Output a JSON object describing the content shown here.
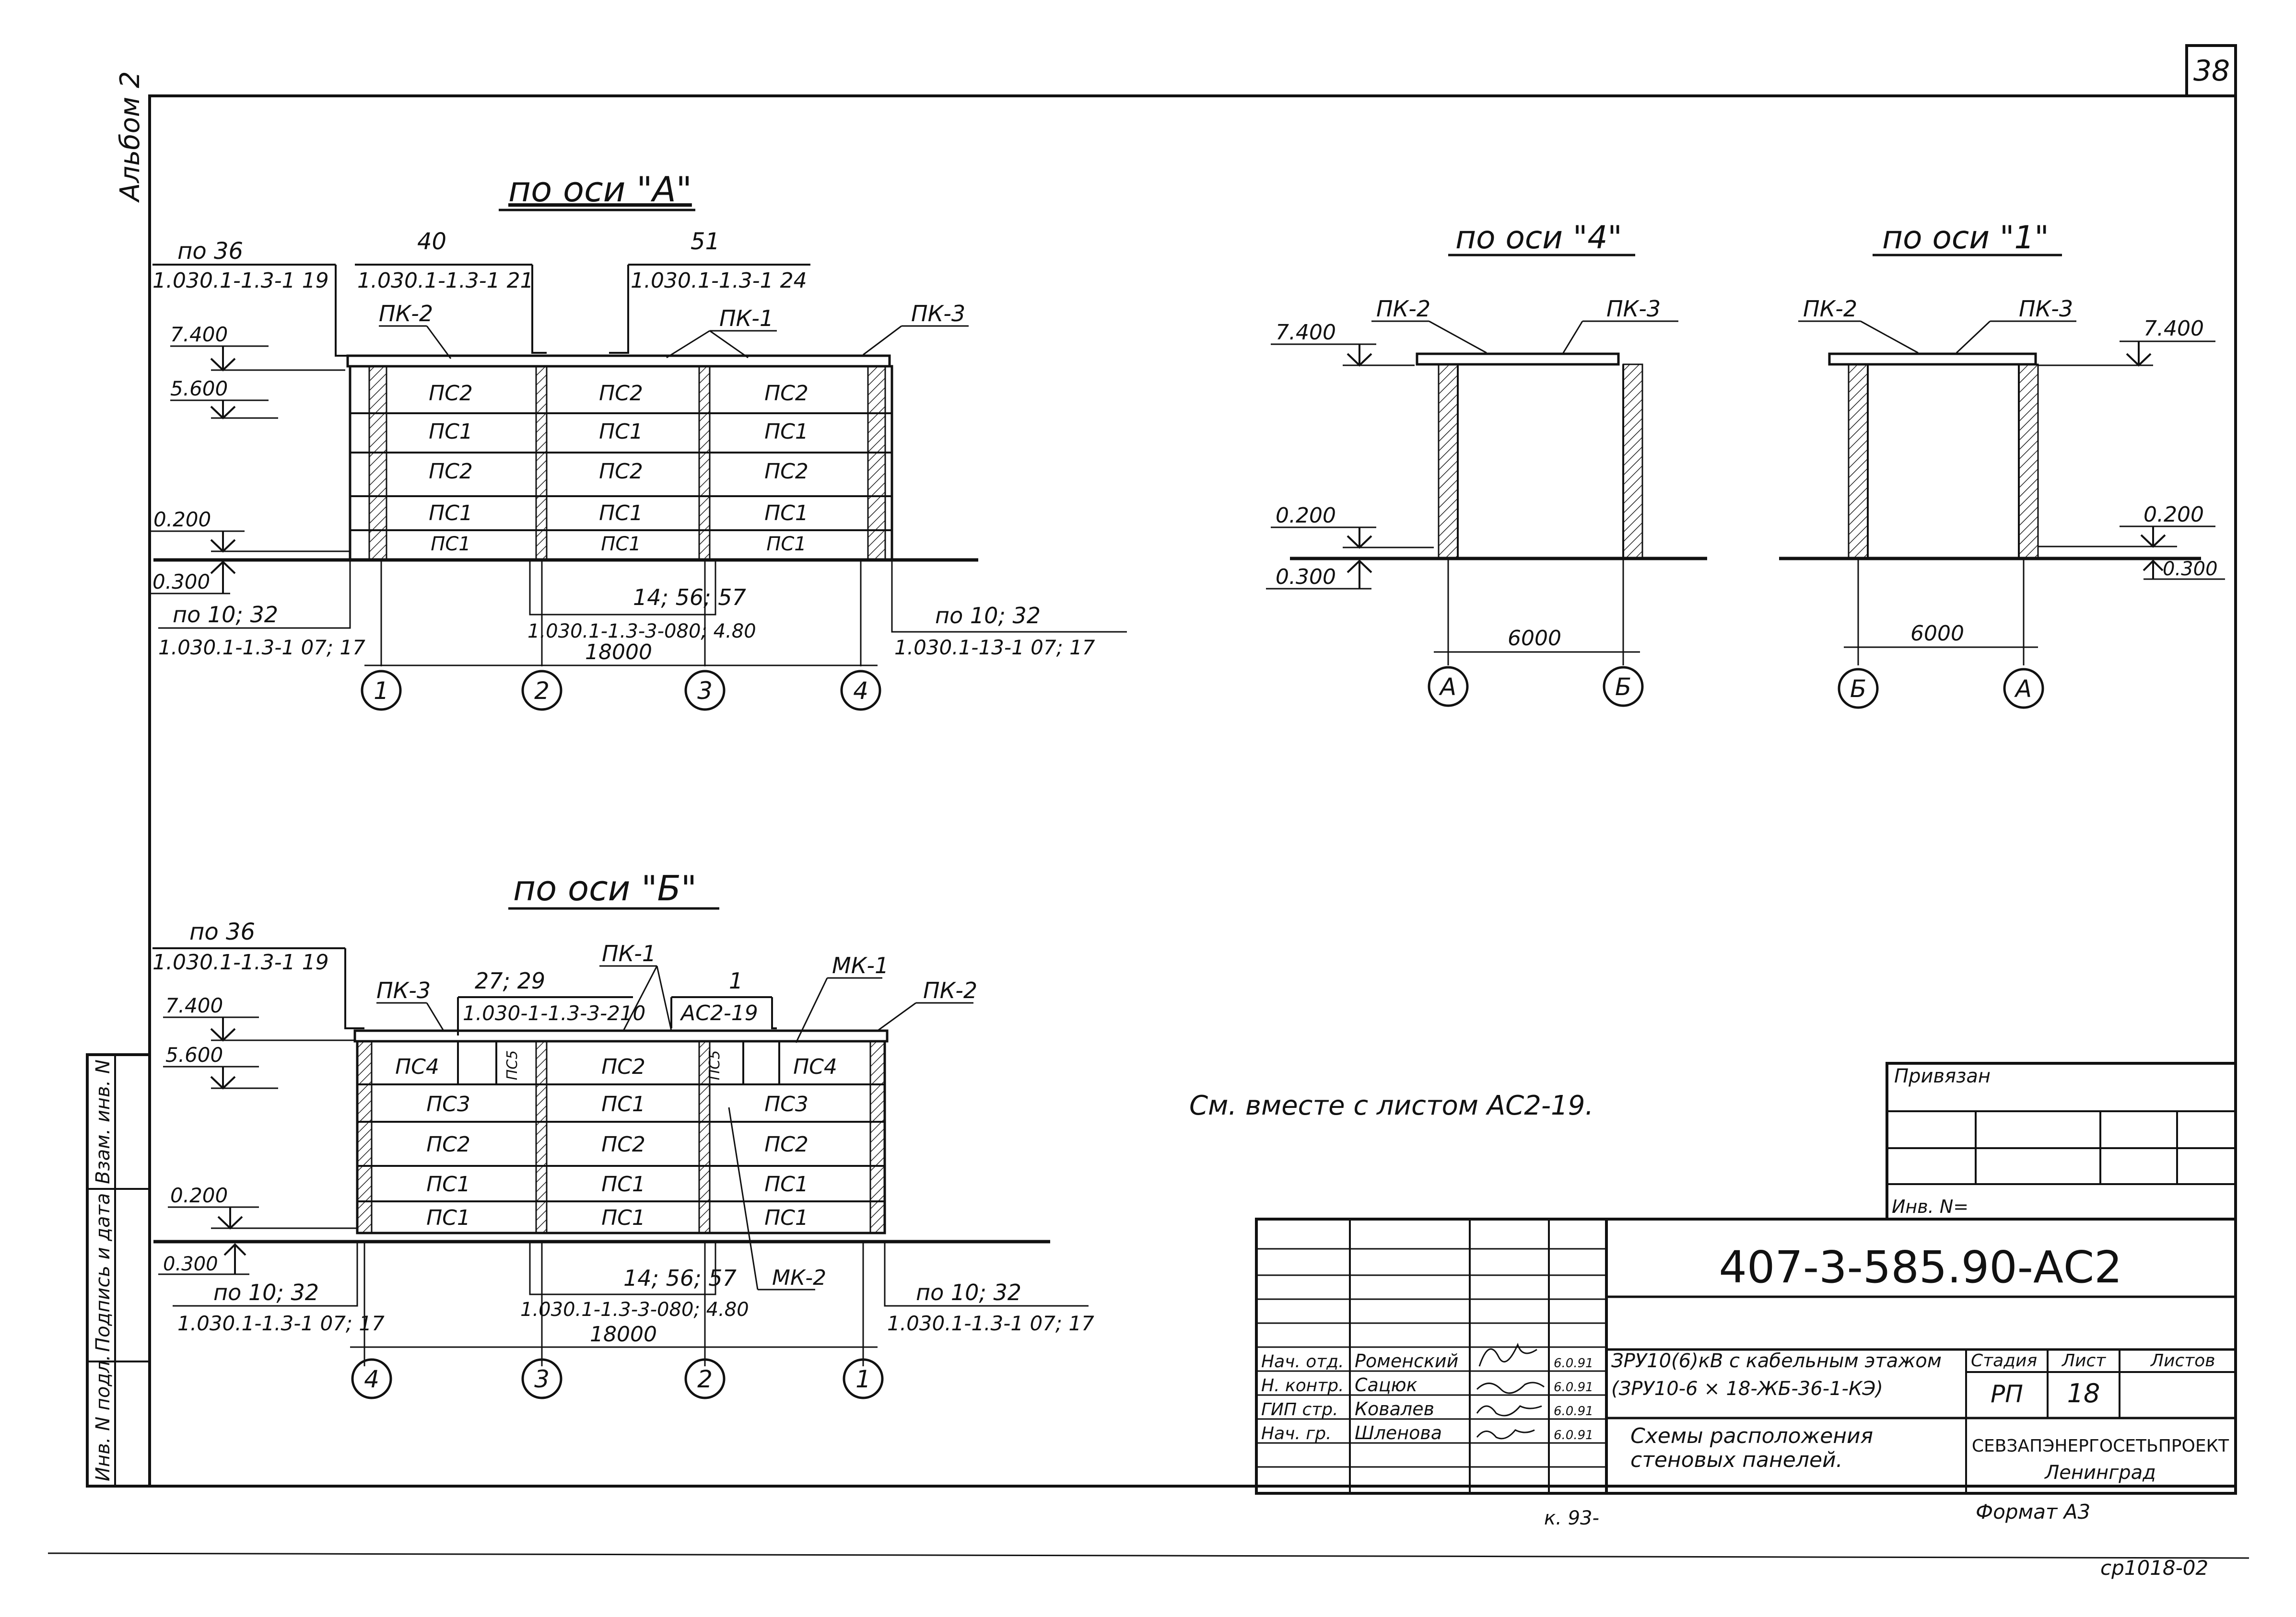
{
  "sheet": {
    "number": "38",
    "album_label": "Альбом 2",
    "note": "См. вместе с листом АС2-19.",
    "bottom_right_code": "ср1018-02",
    "bottom_mark": "к. 93-"
  },
  "views": {
    "axis_A": {
      "title": "по оси \"А\"",
      "refs": [
        {
          "top": "по 36",
          "bottom": "1.030.1-1.3-1 19"
        },
        {
          "top": "40",
          "bottom": "1.030.1-1.3-1 21"
        },
        {
          "top": "51",
          "bottom": "1.030.1-1.3-1 24"
        }
      ],
      "callouts": [
        "ПК-2",
        "ПК-1",
        "ПК-3"
      ],
      "levels": [
        "7.400",
        "5.600",
        "0.200",
        "0.300"
      ],
      "panel_rows": [
        [
          "ПС2",
          "ПС2",
          "ПС2"
        ],
        [
          "ПС1",
          "ПС1",
          "ПС1"
        ],
        [
          "ПС2",
          "ПС2",
          "ПС2"
        ],
        [
          "ПС1",
          "ПС1",
          "ПС1"
        ],
        [
          "ПС1",
          "ПС1",
          "ПС1"
        ]
      ],
      "bottom_refs": [
        {
          "top": "по 10; 32",
          "bottom": "1.030.1-1.3-1 07; 17"
        },
        {
          "top": "14; 56; 57",
          "bottom": "1.030.1-1.3-3-080; 4.80"
        },
        {
          "top": "по 10; 32",
          "bottom": "1.030.1-13-1 07; 17"
        }
      ],
      "dimension": "18000",
      "axes": [
        "1",
        "2",
        "3",
        "4"
      ]
    },
    "axis_4": {
      "title": "по оси \"4\"",
      "callouts": [
        "ПК-2",
        "ПК-3"
      ],
      "levels": [
        "7.400",
        "0.200",
        "0.300"
      ],
      "dimension": "6000",
      "axes": [
        "А",
        "Б"
      ]
    },
    "axis_1": {
      "title": "по оси \"1\"",
      "callouts": [
        "ПК-2",
        "ПК-3"
      ],
      "levels": [
        "7.400",
        "0.200",
        "0.300"
      ],
      "dimension": "6000",
      "axes": [
        "Б",
        "А"
      ]
    },
    "axis_B": {
      "title": "по оси \"Б\"",
      "refs": [
        {
          "top": "по 36",
          "bottom": "1.030.1-1.3-1 19"
        },
        {
          "top": "27; 29",
          "bottom": "1.030-1-1.3-3-210"
        },
        {
          "top": "1",
          "bottom": "АС2-19"
        }
      ],
      "callouts": [
        "ПК-3",
        "ПК-1",
        "МК-1",
        "ПК-2",
        "МК-2"
      ],
      "levels": [
        "7.400",
        "5.600",
        "0.200",
        "0.300"
      ],
      "panel_rows": [
        [
          "ПС4",
          "ПС5",
          "ПС2",
          "ПС5",
          "ПС4"
        ],
        [
          "ПС3",
          "ПС1",
          "ПС3"
        ],
        [
          "ПС2",
          "ПС2",
          "ПС2"
        ],
        [
          "ПС1",
          "ПС1",
          "ПС1"
        ],
        [
          "ПС1",
          "ПС1",
          "ПС1"
        ]
      ],
      "bottom_refs": [
        {
          "top": "по 10; 32",
          "bottom": "1.030.1-1.3-1 07; 17"
        },
        {
          "top": "14; 56; 57",
          "bottom": "1.030.1-1.3-3-080; 4.80"
        },
        {
          "top": "по 10; 32",
          "bottom": "1.030.1-1.3-1 07; 17"
        }
      ],
      "dimension": "18000",
      "axes": [
        "4",
        "3",
        "2",
        "1"
      ]
    }
  },
  "side_stamp": {
    "cells": [
      "Взам. инв. N",
      "Подпись и дата",
      "Инв. N подл."
    ]
  },
  "title_block": {
    "binding_label": "Привязан",
    "inv_label": "Инв. N=",
    "doc_code": "407-3-585.90-АС2",
    "roles": [
      {
        "role": "Нач. отд.",
        "name": "Роменский",
        "date": "6.0.91"
      },
      {
        "role": "Н. контр.",
        "name": "Сацюк",
        "date": "6.0.91"
      },
      {
        "role": "ГИП стр.",
        "name": "Ковалев",
        "date": "6.0.91"
      },
      {
        "role": "Нач. гр.",
        "name": "Шленова",
        "date": "6.0.91"
      }
    ],
    "project_line1": "ЗРУ10(6)кВ с кабельным этажом",
    "project_line2": "(ЗРУ10-6 × 18-ЖБ-36-1-КЭ)",
    "sheet_title_line1": "Схемы расположения",
    "sheet_title_line2": "стеновых панелей.",
    "stage_label": "Стадия",
    "sheet_label": "Лист",
    "sheets_label": "Листов",
    "stage": "РП",
    "sheet_no": "18",
    "org_line1": "СЕВЗАПЭНЕРГОСЕТЬПРОЕКТ",
    "org_line2": "Ленинград",
    "format": "Формат А3"
  }
}
